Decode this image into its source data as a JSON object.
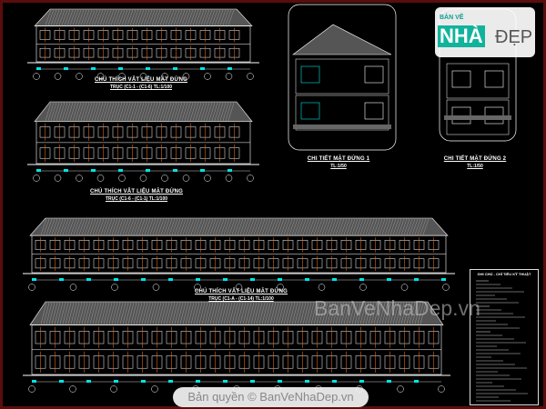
{
  "drawing": {
    "elevation_titles": [
      {
        "title": "CHÚ THÍCH VẬT LIỆU MẶT ĐỨNG",
        "scale": "TRỤC (C1-1 - (C1-6) TL:1/100"
      },
      {
        "title": "CHÚ THÍCH VẬT LIỆU MẶT ĐỨNG",
        "scale": "TRỤC (C1-6 - (C1-1) TL:1/100"
      },
      {
        "title": "CHÚ THÍCH VẬT LIỆU MẶT ĐỨNG",
        "scale": "TRỤC (C1-A - (C1-14) TL:1/100"
      }
    ],
    "detail_titles": [
      {
        "title": "CHI TIẾT MẶT ĐỨNG 1",
        "scale": "TL:1/50"
      },
      {
        "title": "CHI TIẾT MẶT ĐỨNG 2",
        "scale": "TL:1/50"
      }
    ],
    "legend_title": "GHI CHÚ - CHỈ TIÊU KỸ THUẬT"
  },
  "watermark": {
    "logo_top": "BẢN VẼ",
    "logo_main": "NHÀ",
    "logo_right": "ĐẸP",
    "site": "BanVeNhaDep.vn",
    "copyright": "Bản quyền © BanVeNhaDep.vn"
  },
  "colors": {
    "background": "#000000",
    "line": "#ffffff",
    "annotation": "#d2691e",
    "dimension": "#00e5e5",
    "border": "#5a0d0d"
  }
}
